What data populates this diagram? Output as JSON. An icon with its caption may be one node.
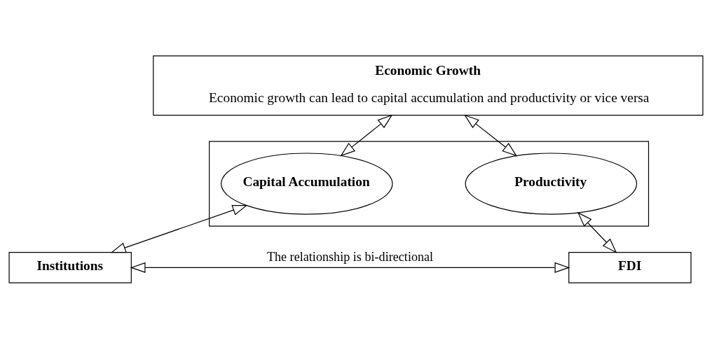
{
  "diagram": {
    "nodes": [
      {
        "text": [
          "Economic Growth",
          "Economic growth can lead to capital accumulation and productivity or vice versa"
        ]
      },
      {
        "text": [],
        "shape": "box"
      },
      {
        "text": [
          "Capital Accumulation"
        ],
        "in": 1
      },
      {
        "text": [
          "Productivity"
        ],
        "in": 1
      },
      {
        "text": [
          "Institutions"
        ]
      },
      {
        "text": [
          "FDI"
        ]
      }
    ],
    "edges": [
      {
        "from": 0,
        "to": 2,
        "arrow": "both"
      },
      {
        "from": 0,
        "to": 3,
        "arrow": "both"
      },
      {
        "from": 2,
        "to": 4,
        "arrow": "both"
      },
      {
        "from": 3,
        "to": 5,
        "arrow": "both"
      },
      {
        "from": 4,
        "to": 5,
        "arrow": "both",
        "label": "The relationship is bi-directional"
      }
    ]
  }
}
